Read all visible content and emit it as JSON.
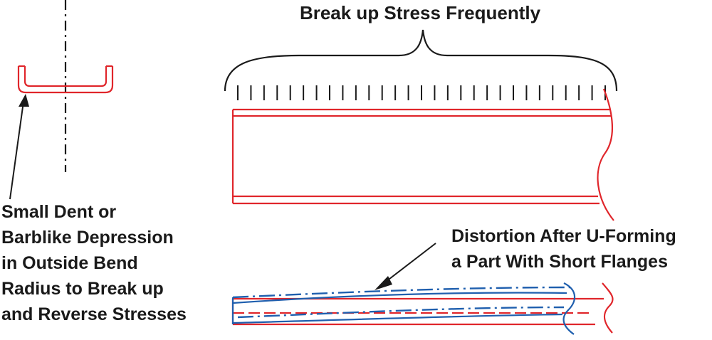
{
  "title": "Break up Stress Frequently",
  "left_callout": {
    "lines": [
      "Small Dent or",
      "Barblike Depression",
      "in Outside Bend",
      "Radius to Break up",
      "and Reverse Stresses"
    ]
  },
  "right_callout": {
    "lines": [
      "Distortion After U-Forming",
      "a Part With Short Flanges"
    ]
  },
  "colors": {
    "part_outline": "#e0262b",
    "distorted_outline": "#1f5fae",
    "ink": "#1a1a1a"
  }
}
